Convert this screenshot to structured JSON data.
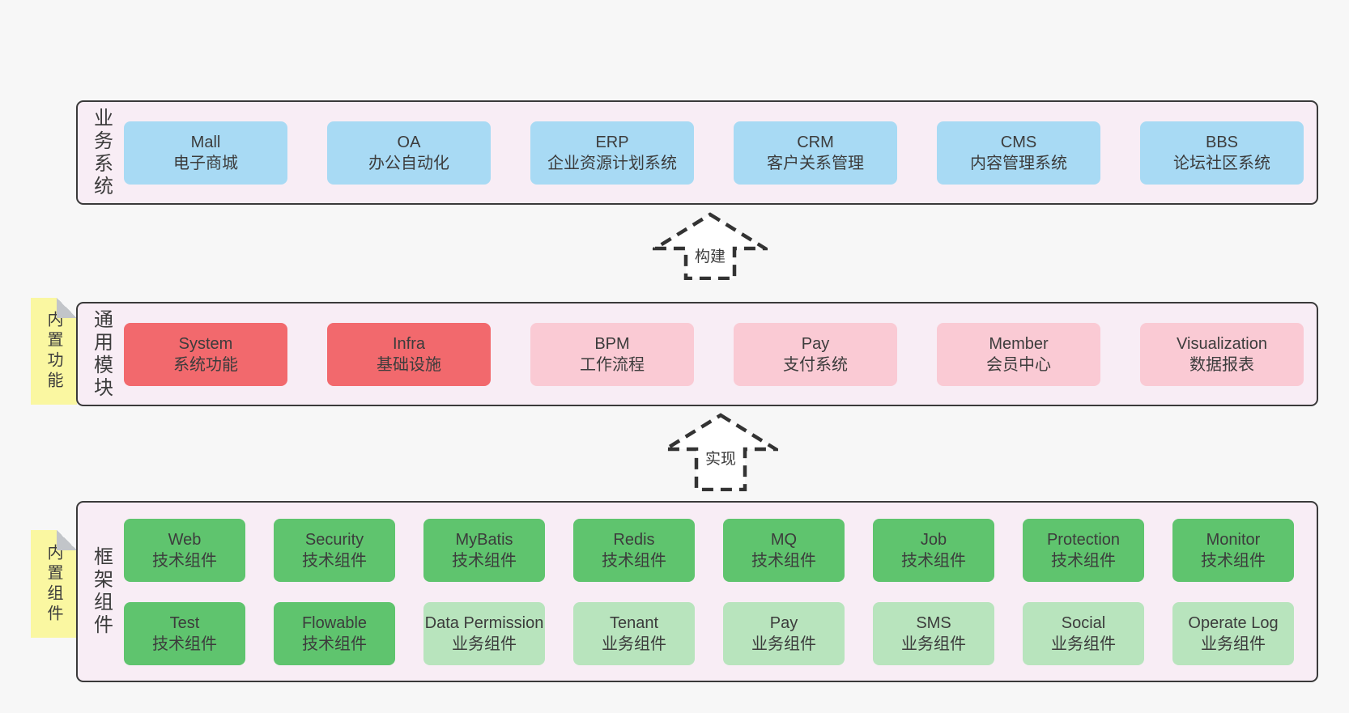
{
  "colors": {
    "page_bg": "#f7f7f7",
    "band_bg": "#f8edf5",
    "band_border": "#3a3a3a",
    "blue": "#a8daf4",
    "red": "#f2696d",
    "pink": "#facad4",
    "green": "#5fc46e",
    "light_green": "#b8e4bd",
    "sticky_yellow": "#faf7a1",
    "fold_gray": "#c2c5c9",
    "text": "#3c3c3c"
  },
  "bands": [
    {
      "label": "业务系统",
      "boxes": [
        {
          "title": "Mall",
          "subtitle": "电子商城"
        },
        {
          "title": "OA",
          "subtitle": "办公自动化"
        },
        {
          "title": "ERP",
          "subtitle": "企业资源计划系统"
        },
        {
          "title": "CRM",
          "subtitle": "客户关系管理"
        },
        {
          "title": "CMS",
          "subtitle": "内容管理系统"
        },
        {
          "title": "BBS",
          "subtitle": "论坛社区系统"
        }
      ]
    },
    {
      "label": "通用模块",
      "sticky": "内置功能",
      "boxes": [
        {
          "title": "System",
          "subtitle": "系统功能"
        },
        {
          "title": "Infra",
          "subtitle": "基础设施"
        },
        {
          "title": "BPM",
          "subtitle": "工作流程"
        },
        {
          "title": "Pay",
          "subtitle": "支付系统"
        },
        {
          "title": "Member",
          "subtitle": "会员中心"
        },
        {
          "title": "Visualization",
          "subtitle": "数据报表"
        }
      ]
    },
    {
      "label": "框架组件",
      "sticky": "内置组件",
      "rows": [
        [
          {
            "title": "Web",
            "subtitle": "技术组件"
          },
          {
            "title": "Security",
            "subtitle": "技术组件"
          },
          {
            "title": "MyBatis",
            "subtitle": "技术组件"
          },
          {
            "title": "Redis",
            "subtitle": "技术组件"
          },
          {
            "title": "MQ",
            "subtitle": "技术组件"
          },
          {
            "title": "Job",
            "subtitle": "技术组件"
          },
          {
            "title": "Protection",
            "subtitle": "技术组件"
          },
          {
            "title": "Monitor",
            "subtitle": "技术组件"
          }
        ],
        [
          {
            "title": "Test",
            "subtitle": "技术组件"
          },
          {
            "title": "Flowable",
            "subtitle": "技术组件"
          },
          {
            "title": "Data Permission",
            "subtitle": "业务组件"
          },
          {
            "title": "Tenant",
            "subtitle": "业务组件"
          },
          {
            "title": "Pay",
            "subtitle": "业务组件"
          },
          {
            "title": "SMS",
            "subtitle": "业务组件"
          },
          {
            "title": "Social",
            "subtitle": "业务组件"
          },
          {
            "title": "Operate Log",
            "subtitle": "业务组件"
          }
        ]
      ]
    }
  ],
  "arrows": [
    {
      "label": "构建"
    },
    {
      "label": "实现"
    }
  ]
}
